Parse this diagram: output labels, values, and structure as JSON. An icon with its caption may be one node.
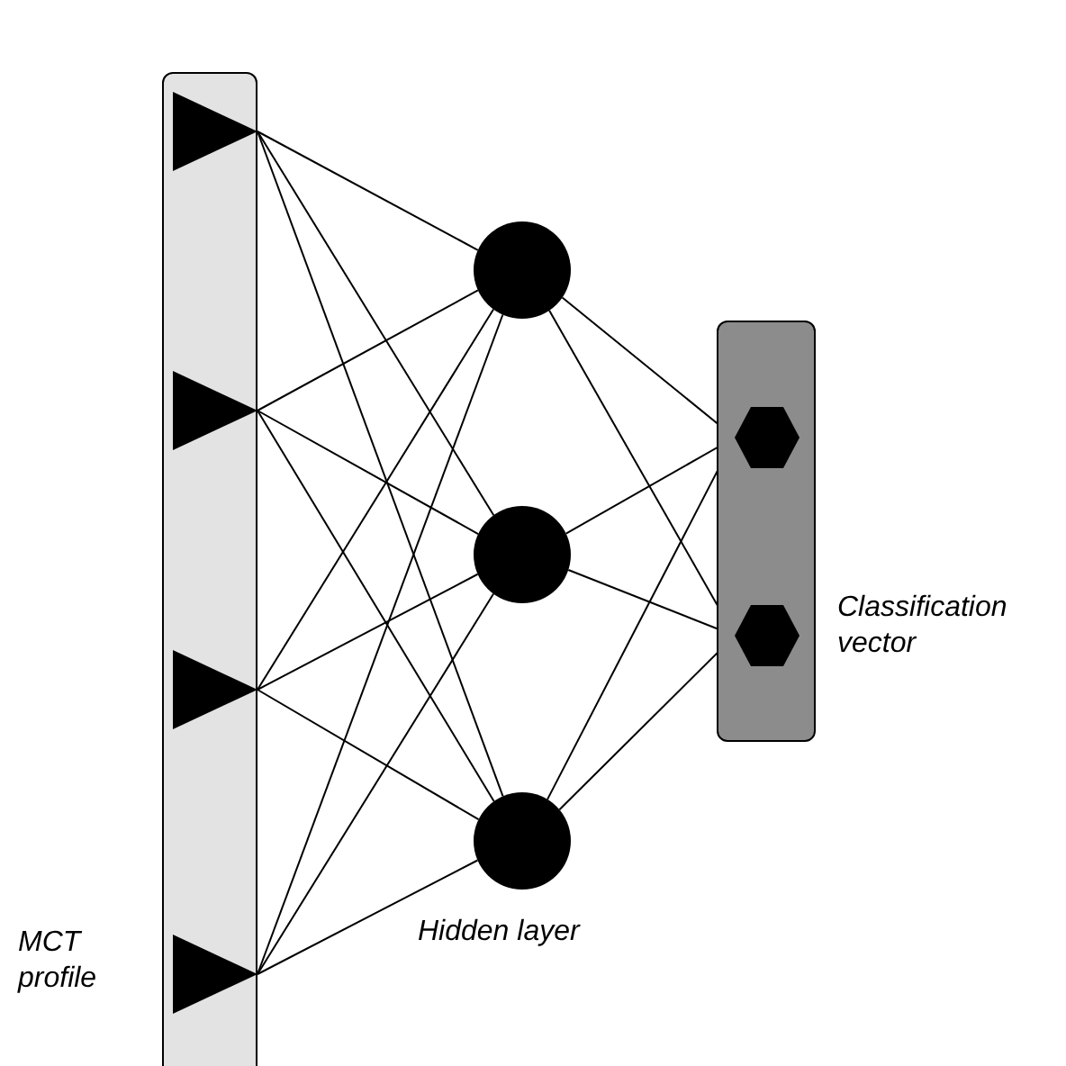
{
  "diagram": {
    "nodes": [
      {
        "text": [
          "MCT profile"
        ]
      },
      {
        "text": [],
        "shape": "triangle",
        "in": 0
      },
      {
        "text": [],
        "shape": "triangle",
        "in": 0
      },
      {
        "text": [],
        "shape": "triangle",
        "in": 0
      },
      {
        "text": [],
        "shape": "triangle",
        "in": 0
      },
      {
        "text": [],
        "shape": "circle"
      },
      {
        "text": [],
        "shape": "circle"
      },
      {
        "text": [],
        "shape": "circle"
      },
      {
        "text": [
          "Classification vector"
        ]
      },
      {
        "text": [],
        "shape": "hexagon",
        "in": 8
      },
      {
        "text": [],
        "shape": "hexagon",
        "in": 8
      }
    ],
    "edges": [
      {
        "from": 1,
        "to": 5,
        "arrow": "none"
      },
      {
        "from": 1,
        "to": 6,
        "arrow": "none"
      },
      {
        "from": 1,
        "to": 7,
        "arrow": "none"
      },
      {
        "from": 2,
        "to": 5,
        "arrow": "none"
      },
      {
        "from": 2,
        "to": 6,
        "arrow": "none"
      },
      {
        "from": 2,
        "to": 7,
        "arrow": "none"
      },
      {
        "from": 3,
        "to": 5,
        "arrow": "none"
      },
      {
        "from": 3,
        "to": 6,
        "arrow": "none"
      },
      {
        "from": 3,
        "to": 7,
        "arrow": "none"
      },
      {
        "from": 4,
        "to": 5,
        "arrow": "none"
      },
      {
        "from": 4,
        "to": 6,
        "arrow": "none"
      },
      {
        "from": 4,
        "to": 7,
        "arrow": "none"
      },
      {
        "from": 5,
        "to": 9,
        "arrow": "none"
      },
      {
        "from": 5,
        "to": 10,
        "arrow": "none"
      },
      {
        "from": 6,
        "to": 9,
        "arrow": "none"
      },
      {
        "from": 6,
        "to": 10,
        "arrow": "none"
      },
      {
        "from": 7,
        "to": 9,
        "arrow": "none"
      },
      {
        "from": 7,
        "to": 10,
        "arrow": "none"
      }
    ],
    "labels": [
      "Hidden layer"
    ]
  }
}
